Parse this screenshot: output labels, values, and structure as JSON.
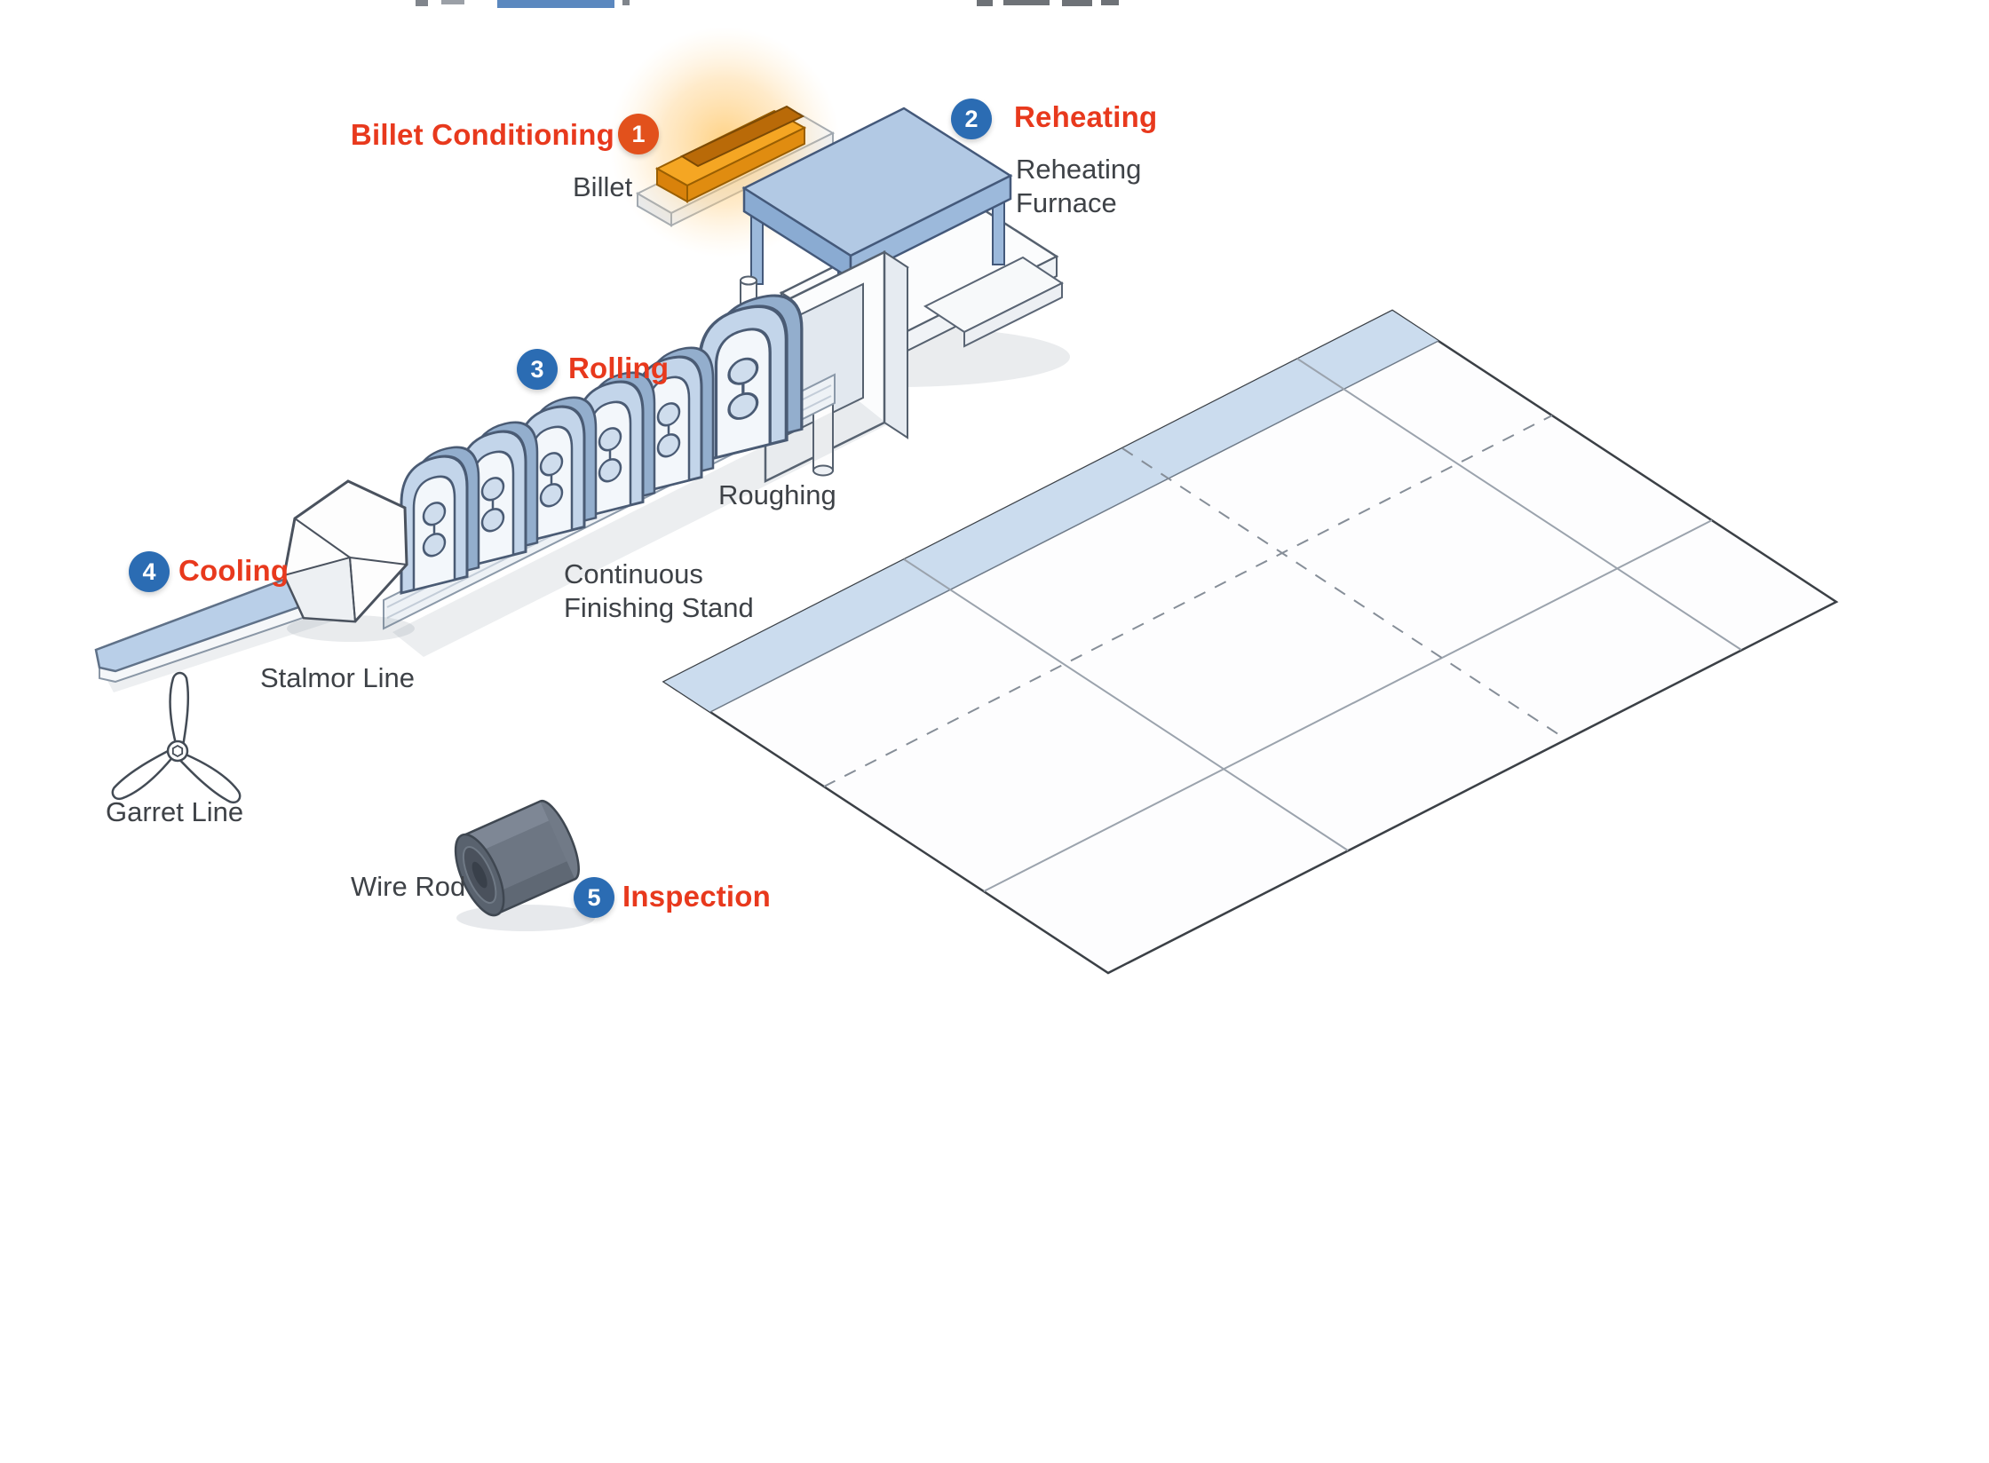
{
  "colors": {
    "accent_red": "#e8391d",
    "badge_blue": "#2b6cb3",
    "badge_orange": "#e2511c",
    "machine_blue": "#b7cde8",
    "billet_orange": "#f0981e",
    "text_dark": "#3e4247"
  },
  "steps": [
    {
      "number": "1",
      "label": "Billet Conditioning"
    },
    {
      "number": "2",
      "label": "Reheating"
    },
    {
      "number": "3",
      "label": "Rolling"
    },
    {
      "number": "4",
      "label": "Cooling"
    },
    {
      "number": "5",
      "label": "Inspection"
    }
  ],
  "labels": {
    "billet": "Billet",
    "reheating_furnace": "Reheating\nFurnace",
    "roughing": "Roughing",
    "continuous_finishing_stand": "Continuous\nFinishing Stand",
    "stalmor_line": "Stalmor Line",
    "garret_line": "Garret Line",
    "wire_rod": "Wire Rod"
  }
}
